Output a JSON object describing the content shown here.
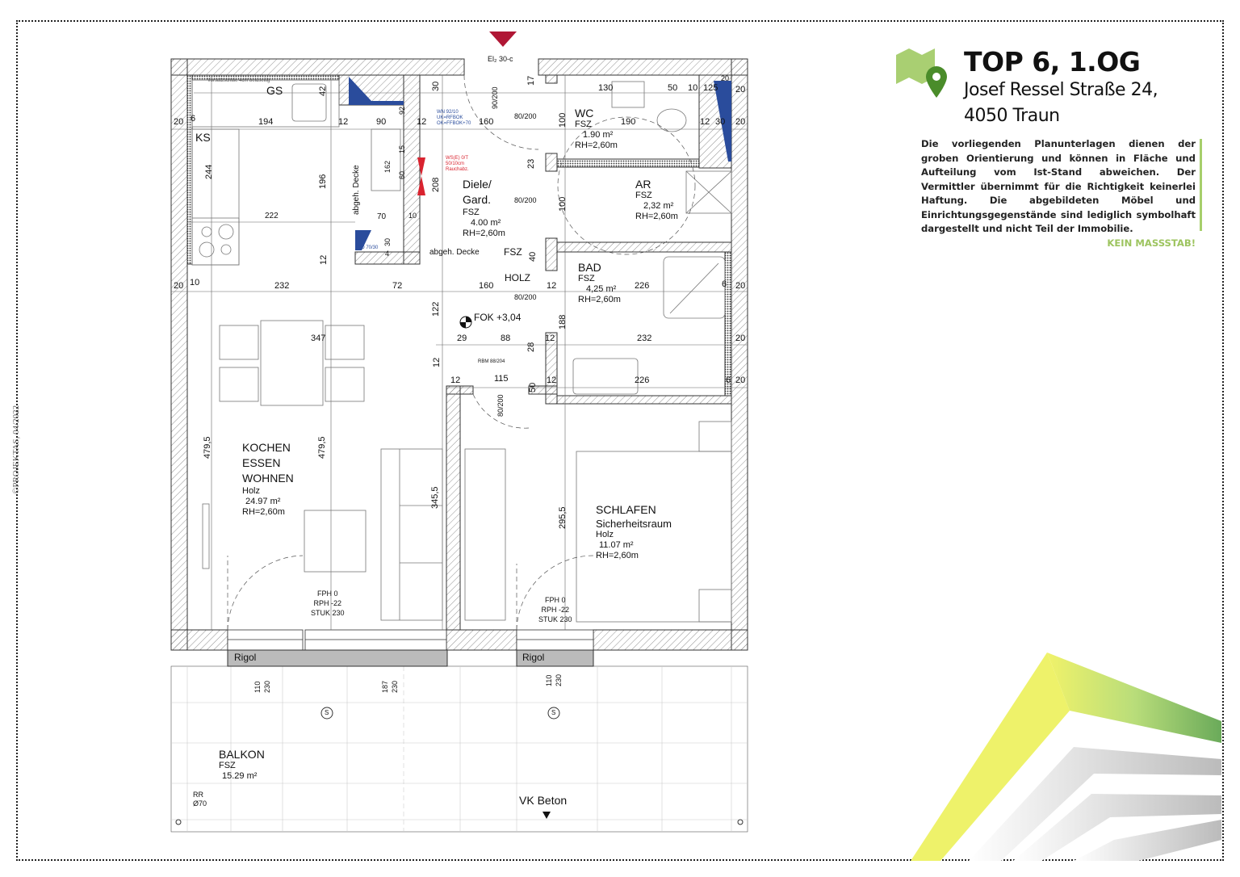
{
  "header": {
    "title": "TOP 6, 1.OG",
    "address_line1": "Josef Ressel Straße 24,",
    "address_line2": "4050 Traun",
    "logo_icon": "map-pin-icon",
    "accent_color": "#6aa533"
  },
  "disclaimer": {
    "text": "Die vorliegenden Planunterlagen dienen der groben Orientierung und können in Fläche und Aufteilung vom Ist-Stand abweichen. Der Vermittler übernimmt für die Richtigkeit keinerlei Haftung. Die abgebildeten Möbel und Einrichtungsgegenstände sind lediglich symbolhaft dargestellt und nicht Teil der Immobilie.",
    "no_scale": "KEIN MASSSTAB!"
  },
  "copyright": "©PROJEKTAS, 04/2022",
  "rooms": {
    "kitchen": {
      "name1": "KOCHEN",
      "name2": "ESSEN",
      "name3": "WOHNEN",
      "floor": "Holz",
      "area": "24.97 m²",
      "height": "RH=2,60m"
    },
    "hall": {
      "name1": "Diele/",
      "name2": "Gard.",
      "floor": "FSZ",
      "area": "4.00 m²",
      "height": "RH=2,60m"
    },
    "wc": {
      "name": "WC",
      "floor": "FSZ",
      "area": "1.90 m²",
      "height": "RH=2,60m"
    },
    "storage": {
      "name": "AR",
      "floor": "FSZ",
      "area": "2,32 m²",
      "height": "RH=2,60m"
    },
    "bath": {
      "name": "BAD",
      "floor": "FSZ",
      "area": "4,25 m²",
      "height": "RH=2,60m"
    },
    "bedroom": {
      "name": "SCHLAFEN",
      "sub": "Sicherheitsraum",
      "floor": "Holz",
      "area": "11.07 m²",
      "height": "RH=2,60m"
    },
    "balcony": {
      "name": "BALKON",
      "floor": "FSZ",
      "area": "15.29 m²"
    }
  },
  "labels": {
    "gs": "GS",
    "ks": "KS",
    "fsz": "FSZ",
    "holz": "HOLZ",
    "fok": "FOK +3,04",
    "abgeh1": "abgeh. Decke",
    "abgeh2": "abgeh. Decke",
    "door_el": "El₂ 30-c",
    "fph1": [
      "FPH 0",
      "RPH -22",
      "STUK 230"
    ],
    "fph2": [
      "FPH 0",
      "RPH -22",
      "STUK 230"
    ],
    "rigol1": "Rigol",
    "rigol2": "Rigol",
    "vk": "VK Beton",
    "rr": [
      "RR",
      "Ø70"
    ],
    "s1": "S",
    "s2": "S",
    "wn": [
      "WN 92/10",
      "UK=RFBOK",
      "OK=FFBOK+70"
    ],
    "ws": [
      "WS(E) 0/T",
      "50/10cm",
      "Rauchabz."
    ],
    "dd": "DD 70/30",
    "rbm": "RBM 88/204",
    "top_wall_note": "Vorsatzschale 4cm beidseitig"
  },
  "dims": [
    "20",
    "6",
    "194",
    "12",
    "90",
    "12",
    "160",
    "130",
    "50",
    "10",
    "125",
    "20",
    "190",
    "12",
    "30",
    "20",
    "244",
    "196",
    "222",
    "208",
    "232",
    "72",
    "160",
    "12",
    "226",
    "6",
    "20",
    "20",
    "10",
    "347",
    "29",
    "88",
    "232",
    "20",
    "115",
    "226",
    "12",
    "12",
    "20",
    "479,5",
    "479,5",
    "345,5",
    "295,5",
    "122",
    "188",
    "100",
    "100",
    "42",
    "30",
    "110",
    "230",
    "187",
    "230",
    "110",
    "230",
    "162",
    "70",
    "12",
    "17",
    "23",
    "40",
    "28",
    "50",
    "12",
    "12",
    "6",
    "20",
    "92",
    "15",
    "60",
    "10",
    "4",
    "30"
  ],
  "doors": [
    "90/200",
    "80/200",
    "80/200",
    "80/200",
    "80/200"
  ]
}
